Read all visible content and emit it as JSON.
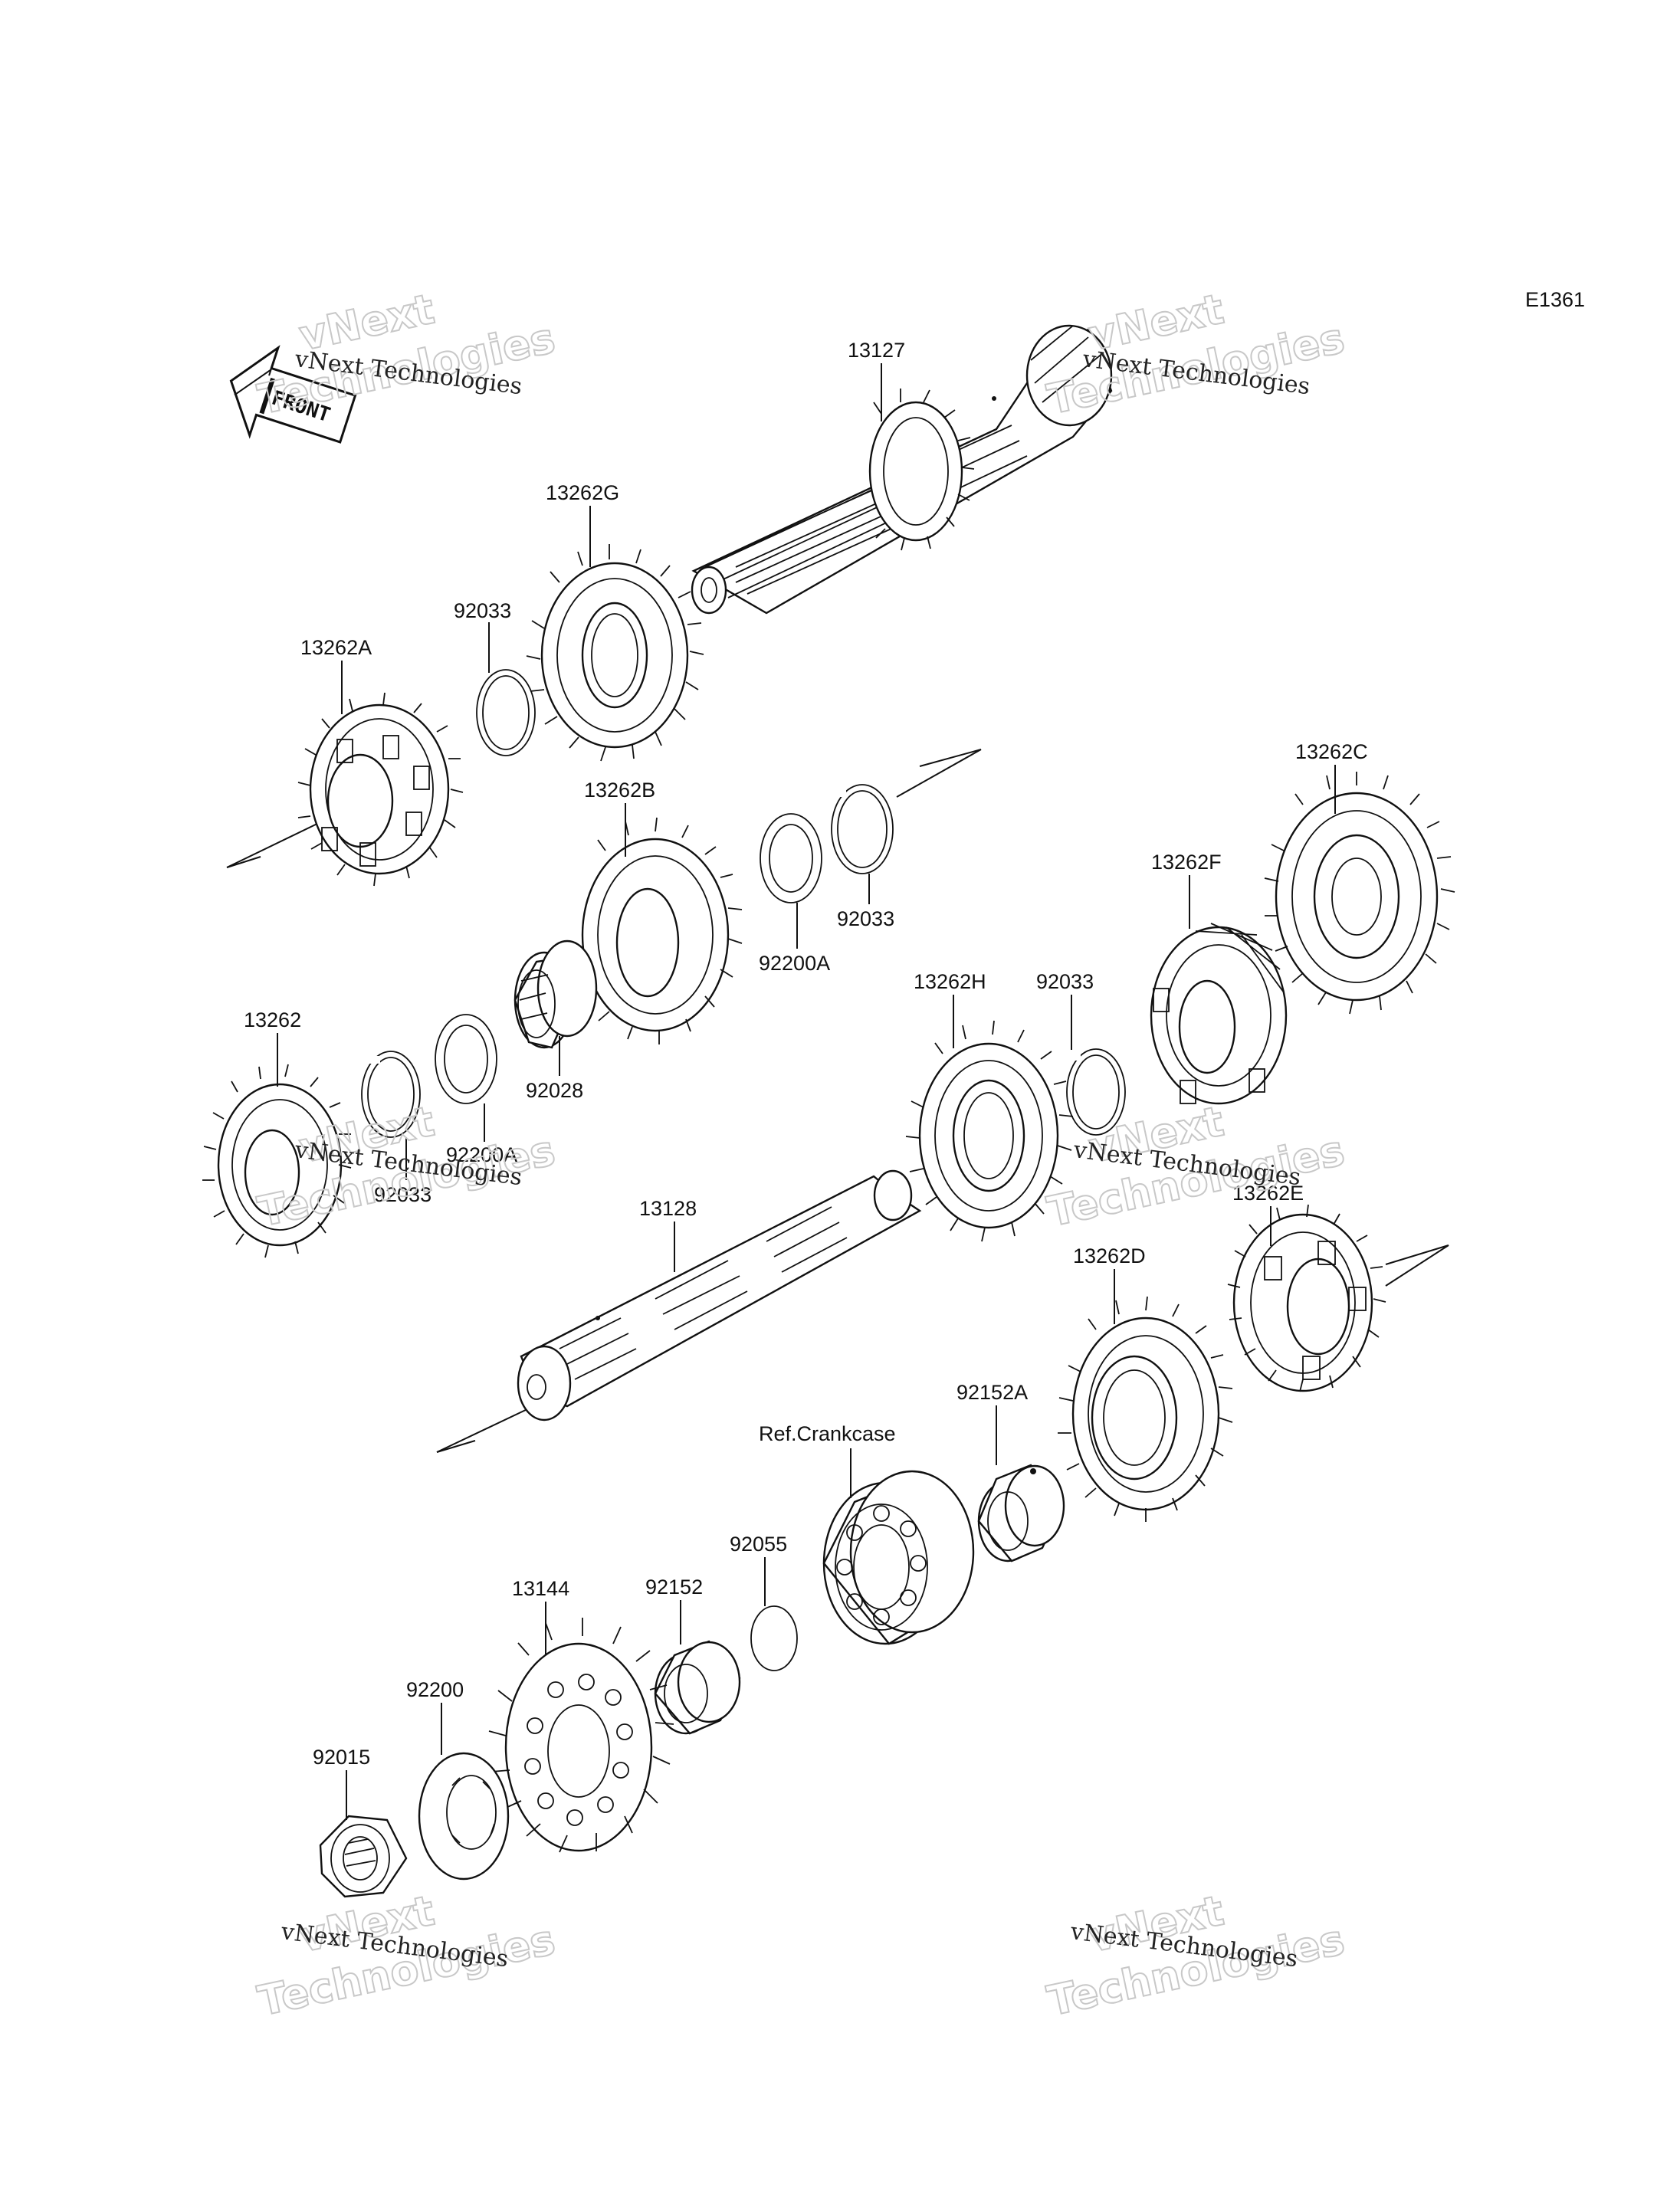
{
  "diagram_code": "E1361",
  "front_label": "FRONT",
  "watermark": {
    "line_small": "vNext Technologies",
    "line_big_1": "vNext",
    "line_big_2": "Technologies"
  },
  "parts": {
    "p13127": "13127",
    "p13262G": "13262G",
    "p92033_a": "92033",
    "p13262A": "13262A",
    "p13262B": "13262B",
    "p92200A_a": "92200A",
    "p92033_b": "92033",
    "p13262C": "13262C",
    "p13262F": "13262F",
    "p13262H": "13262H",
    "p92033_c": "92033",
    "p13262": "13262",
    "p92028": "92028",
    "p92200A_b": "92200A",
    "p92033_d": "92033",
    "p13128": "13128",
    "p13262E": "13262E",
    "p13262D": "13262D",
    "p92152A": "92152A",
    "ref_crankcase": "Ref.Crankcase",
    "p92055": "92055",
    "p92152": "92152",
    "p13144": "13144",
    "p92200": "92200",
    "p92015": "92015"
  }
}
